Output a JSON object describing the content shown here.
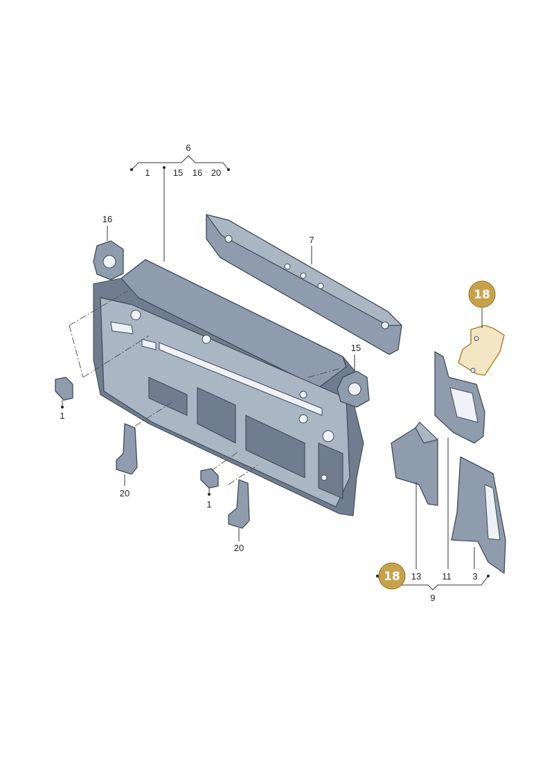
{
  "labels": {
    "group6": "6",
    "group6_1": "1",
    "group6_15": "15",
    "group6_16": "16",
    "group6_20": "20",
    "part16": "16",
    "part7": "7",
    "part15": "15",
    "part1_left": "1",
    "part20_left": "20",
    "part1_center": "1",
    "part20_center": "20",
    "group9_13": "13",
    "group9_11": "11",
    "group9_3": "3",
    "group9": "9"
  },
  "badges": {
    "top": "18",
    "bottom": "18"
  },
  "colors": {
    "badge": "#c8a24a",
    "highlight": "#f3e6c4",
    "metal": "#8e9cad"
  }
}
